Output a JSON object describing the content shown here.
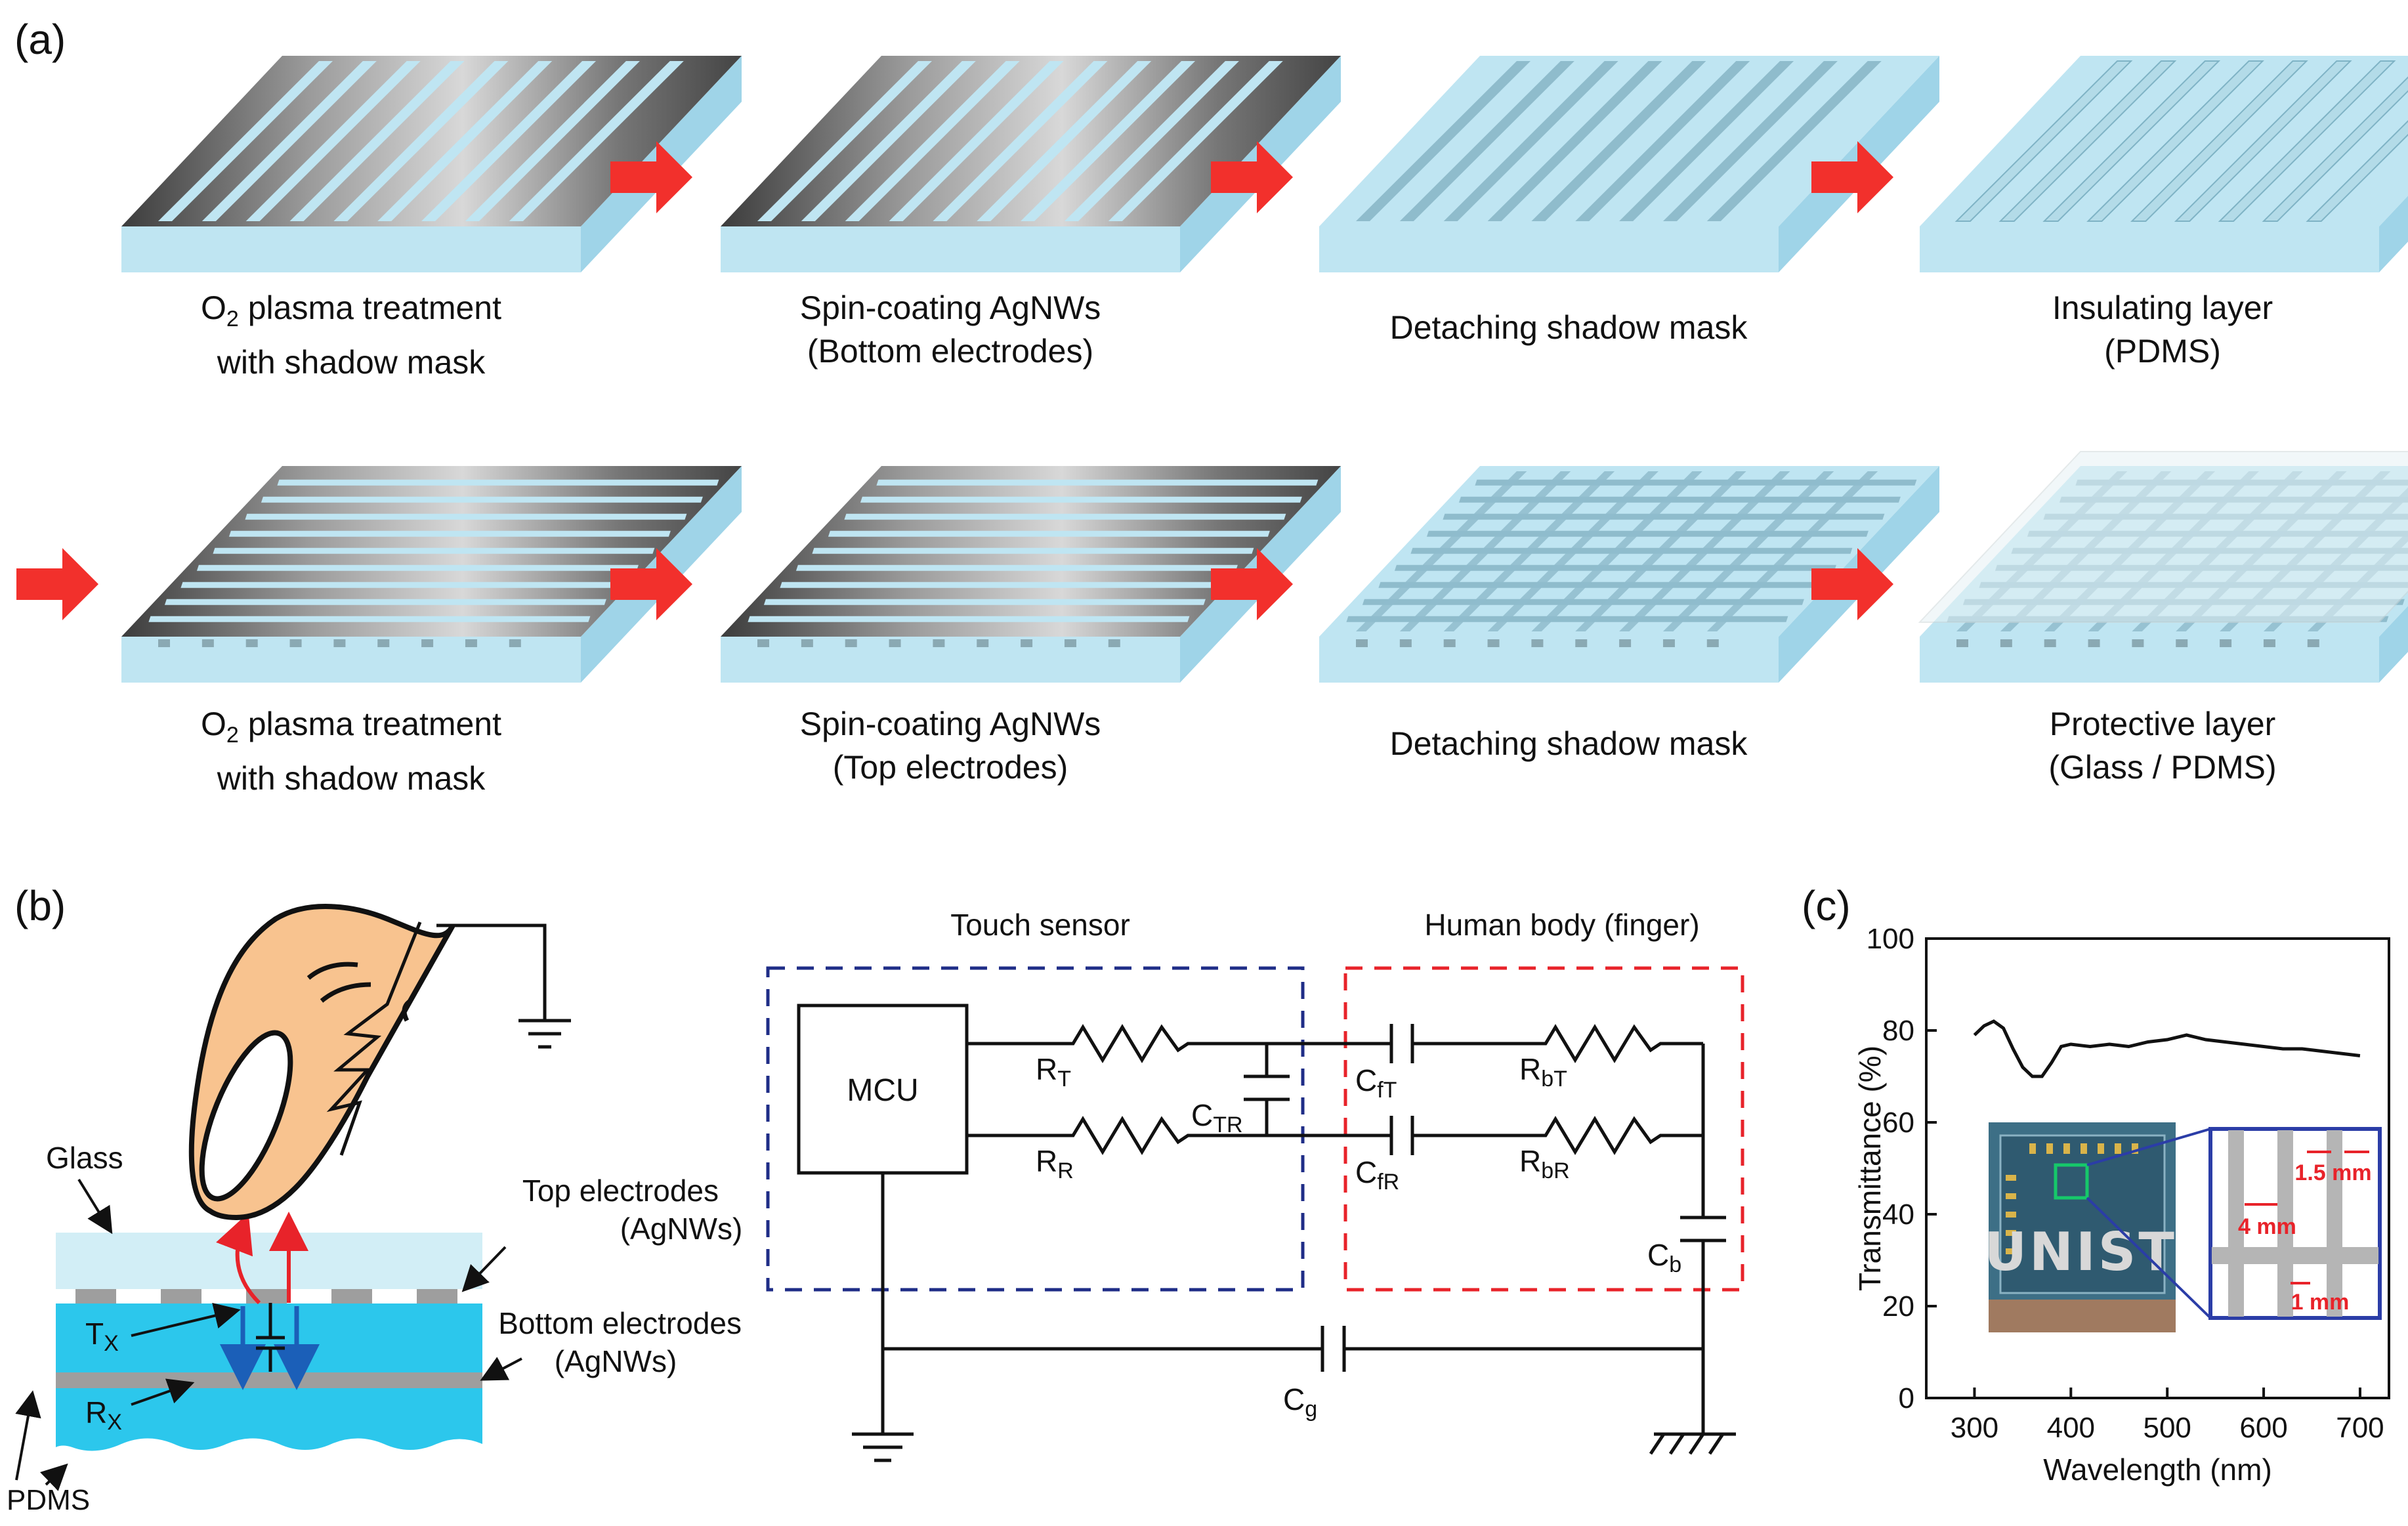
{
  "panel_a": {
    "label": "(a)",
    "row1": [
      {
        "line1_pre": "O",
        "line1_sub": "2",
        "line1_post": " plasma treatment",
        "line2": "with shadow mask"
      },
      {
        "line1": "Spin-coating AgNWs",
        "line2": "(Bottom electrodes)"
      },
      {
        "line1": "Detaching shadow mask",
        "line2": ""
      },
      {
        "line1": "Insulating layer",
        "line2": "(PDMS)"
      }
    ],
    "row2": [
      {
        "line1_pre": "O",
        "line1_sub": "2",
        "line1_post": " plasma treatment",
        "line2": "with shadow mask"
      },
      {
        "line1": "Spin-coating AgNWs",
        "line2": "(Top electrodes)"
      },
      {
        "line1": "Detaching shadow mask",
        "line2": ""
      },
      {
        "line1": "Protective layer",
        "line2": "(Glass / PDMS)"
      }
    ]
  },
  "panel_b": {
    "label": "(b)",
    "glass": "Glass",
    "top_electrodes": "Top electrodes",
    "top_electrodes_sub": "(AgNWs)",
    "bottom_electrodes": "Bottom electrodes",
    "bottom_electrodes_sub": "(AgNWs)",
    "tx": "T",
    "tx_sub": "X",
    "rx": "R",
    "rx_sub": "X",
    "pdms": "PDMS",
    "circuit": {
      "touch_sensor": "Touch sensor",
      "human_body": "Human body (finger)",
      "mcu": "MCU",
      "rt": "R",
      "rt_sub": "T",
      "rr": "R",
      "rr_sub": "R",
      "ctr": "C",
      "ctr_sub": "TR",
      "cft": "C",
      "cft_sub": "fT",
      "cfr": "C",
      "cfr_sub": "fR",
      "rbt": "R",
      "rbt_sub": "bT",
      "rbr": "R",
      "rbr_sub": "bR",
      "cb": "C",
      "cb_sub": "b",
      "cg": "C",
      "cg_sub": "g"
    }
  },
  "panel_c": {
    "label": "(c)",
    "inset_dims": [
      "1.5 mm",
      "4 mm",
      "1 mm"
    ],
    "inset_logo": "UNIST"
  },
  "colors": {
    "arrow": "#f2302c",
    "pdms": "#bfe5f2",
    "pdms_side": "#9fd4e8",
    "substrate_b": "#2cc7ec",
    "glass_b": "#d2eef6",
    "electrode": "#9e9e9e",
    "mask": "#555555",
    "finger": "#f8c38f",
    "blue_box": "#1f2d87",
    "red_box": "#e8232a",
    "field_red": "#e8232a",
    "field_blue": "#1b5fb8"
  },
  "chart_data": {
    "type": "line",
    "xlabel": "Wavelength (nm)",
    "ylabel": "Transmittance (%)",
    "xlim": [
      250,
      730
    ],
    "ylim": [
      0,
      100
    ],
    "xticks": [
      300,
      400,
      500,
      600,
      700
    ],
    "yticks": [
      0,
      20,
      40,
      60,
      80,
      100
    ],
    "series": [
      {
        "x": [
          300,
          310,
          320,
          330,
          340,
          350,
          360,
          370,
          380,
          390,
          400,
          420,
          440,
          460,
          480,
          500,
          520,
          540,
          560,
          580,
          600,
          620,
          640,
          660,
          680,
          700
        ],
        "y": [
          79,
          81,
          82,
          80.5,
          76,
          72,
          70,
          70,
          73,
          76.5,
          77,
          76.5,
          77,
          76.5,
          77.5,
          78,
          79,
          78,
          77.5,
          77,
          76.5,
          76,
          76,
          75.5,
          75,
          74.5
        ]
      }
    ]
  }
}
